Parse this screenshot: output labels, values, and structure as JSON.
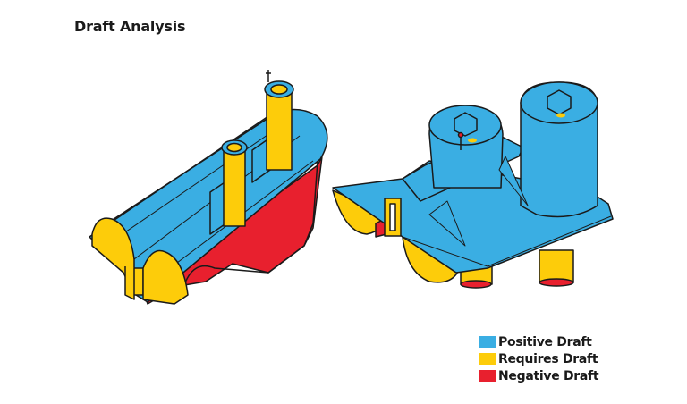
{
  "title": "Draft Analysis",
  "colors": {
    "positive": "#3aaee3",
    "requires": "#fdcc0a",
    "negative": "#e8202e",
    "outline": "#1a1a1a"
  },
  "legend": [
    {
      "label": "Positive Draft",
      "color": "#3aaee3"
    },
    {
      "label": "Requires Draft",
      "color": "#fdcc0a"
    },
    {
      "label": "Negative Draft",
      "color": "#e8202e"
    }
  ],
  "figures": [
    {
      "name": "part-left",
      "description": "Trough-shaped part with two bosses"
    },
    {
      "name": "part-right",
      "description": "Bracket part with two hex-socket bosses"
    }
  ]
}
